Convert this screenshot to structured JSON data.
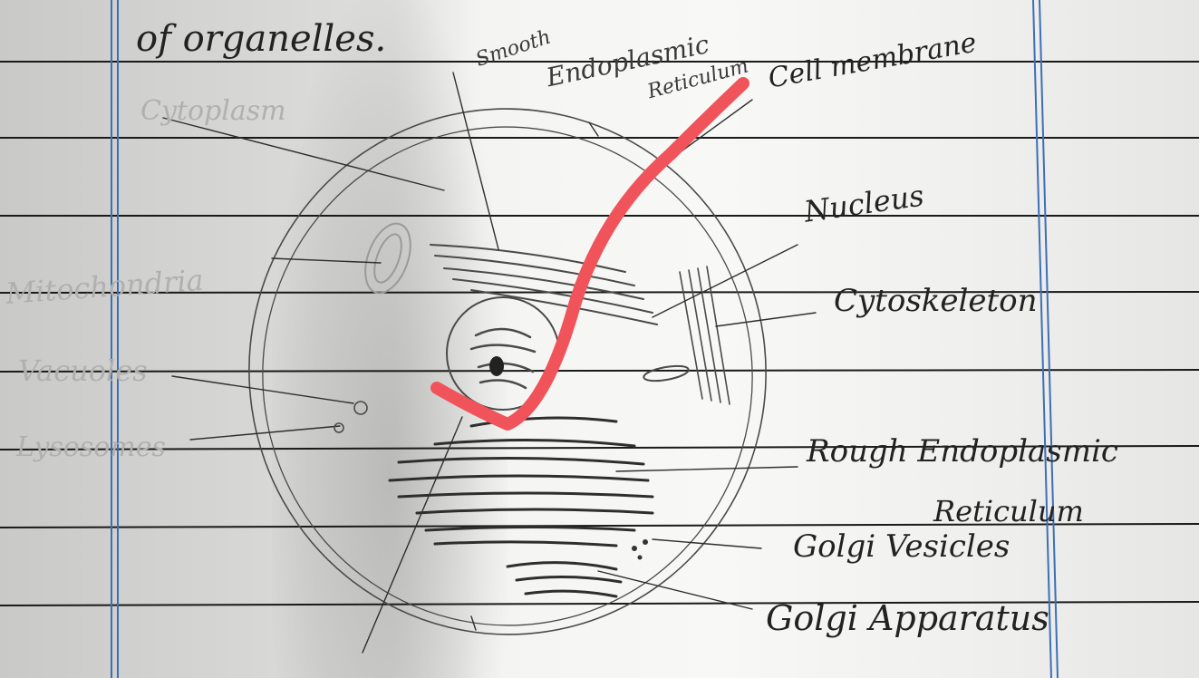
{
  "heading": "of organelles.",
  "labels": {
    "smooth_er_1": "Smooth",
    "smooth_er_2": "Endoplasmic",
    "smooth_er_3": "Reticulum",
    "cell_membrane": "Cell membrane",
    "cytoplasm": "Cytoplasm",
    "nucleus": "Nucleus",
    "cytoskeleton": "Cytoskeleton",
    "mitochondria": "Mitochondria",
    "vacuoles": "Vacuoles",
    "lysosomes": "Lysosomes",
    "rough_er_1": "Rough Endoplasmic",
    "rough_er_2": "Reticulum",
    "golgi_vesicles": "Golgi Vesicles",
    "golgi_apparatus": "Golgi Apparatus"
  },
  "colors": {
    "rule_line": "#1a1a1a",
    "margin_line": "#3d6fb5",
    "pencil": "#3a3a3a",
    "check_mark": "#f0545a"
  },
  "icons": {
    "check": "check-mark-icon"
  }
}
